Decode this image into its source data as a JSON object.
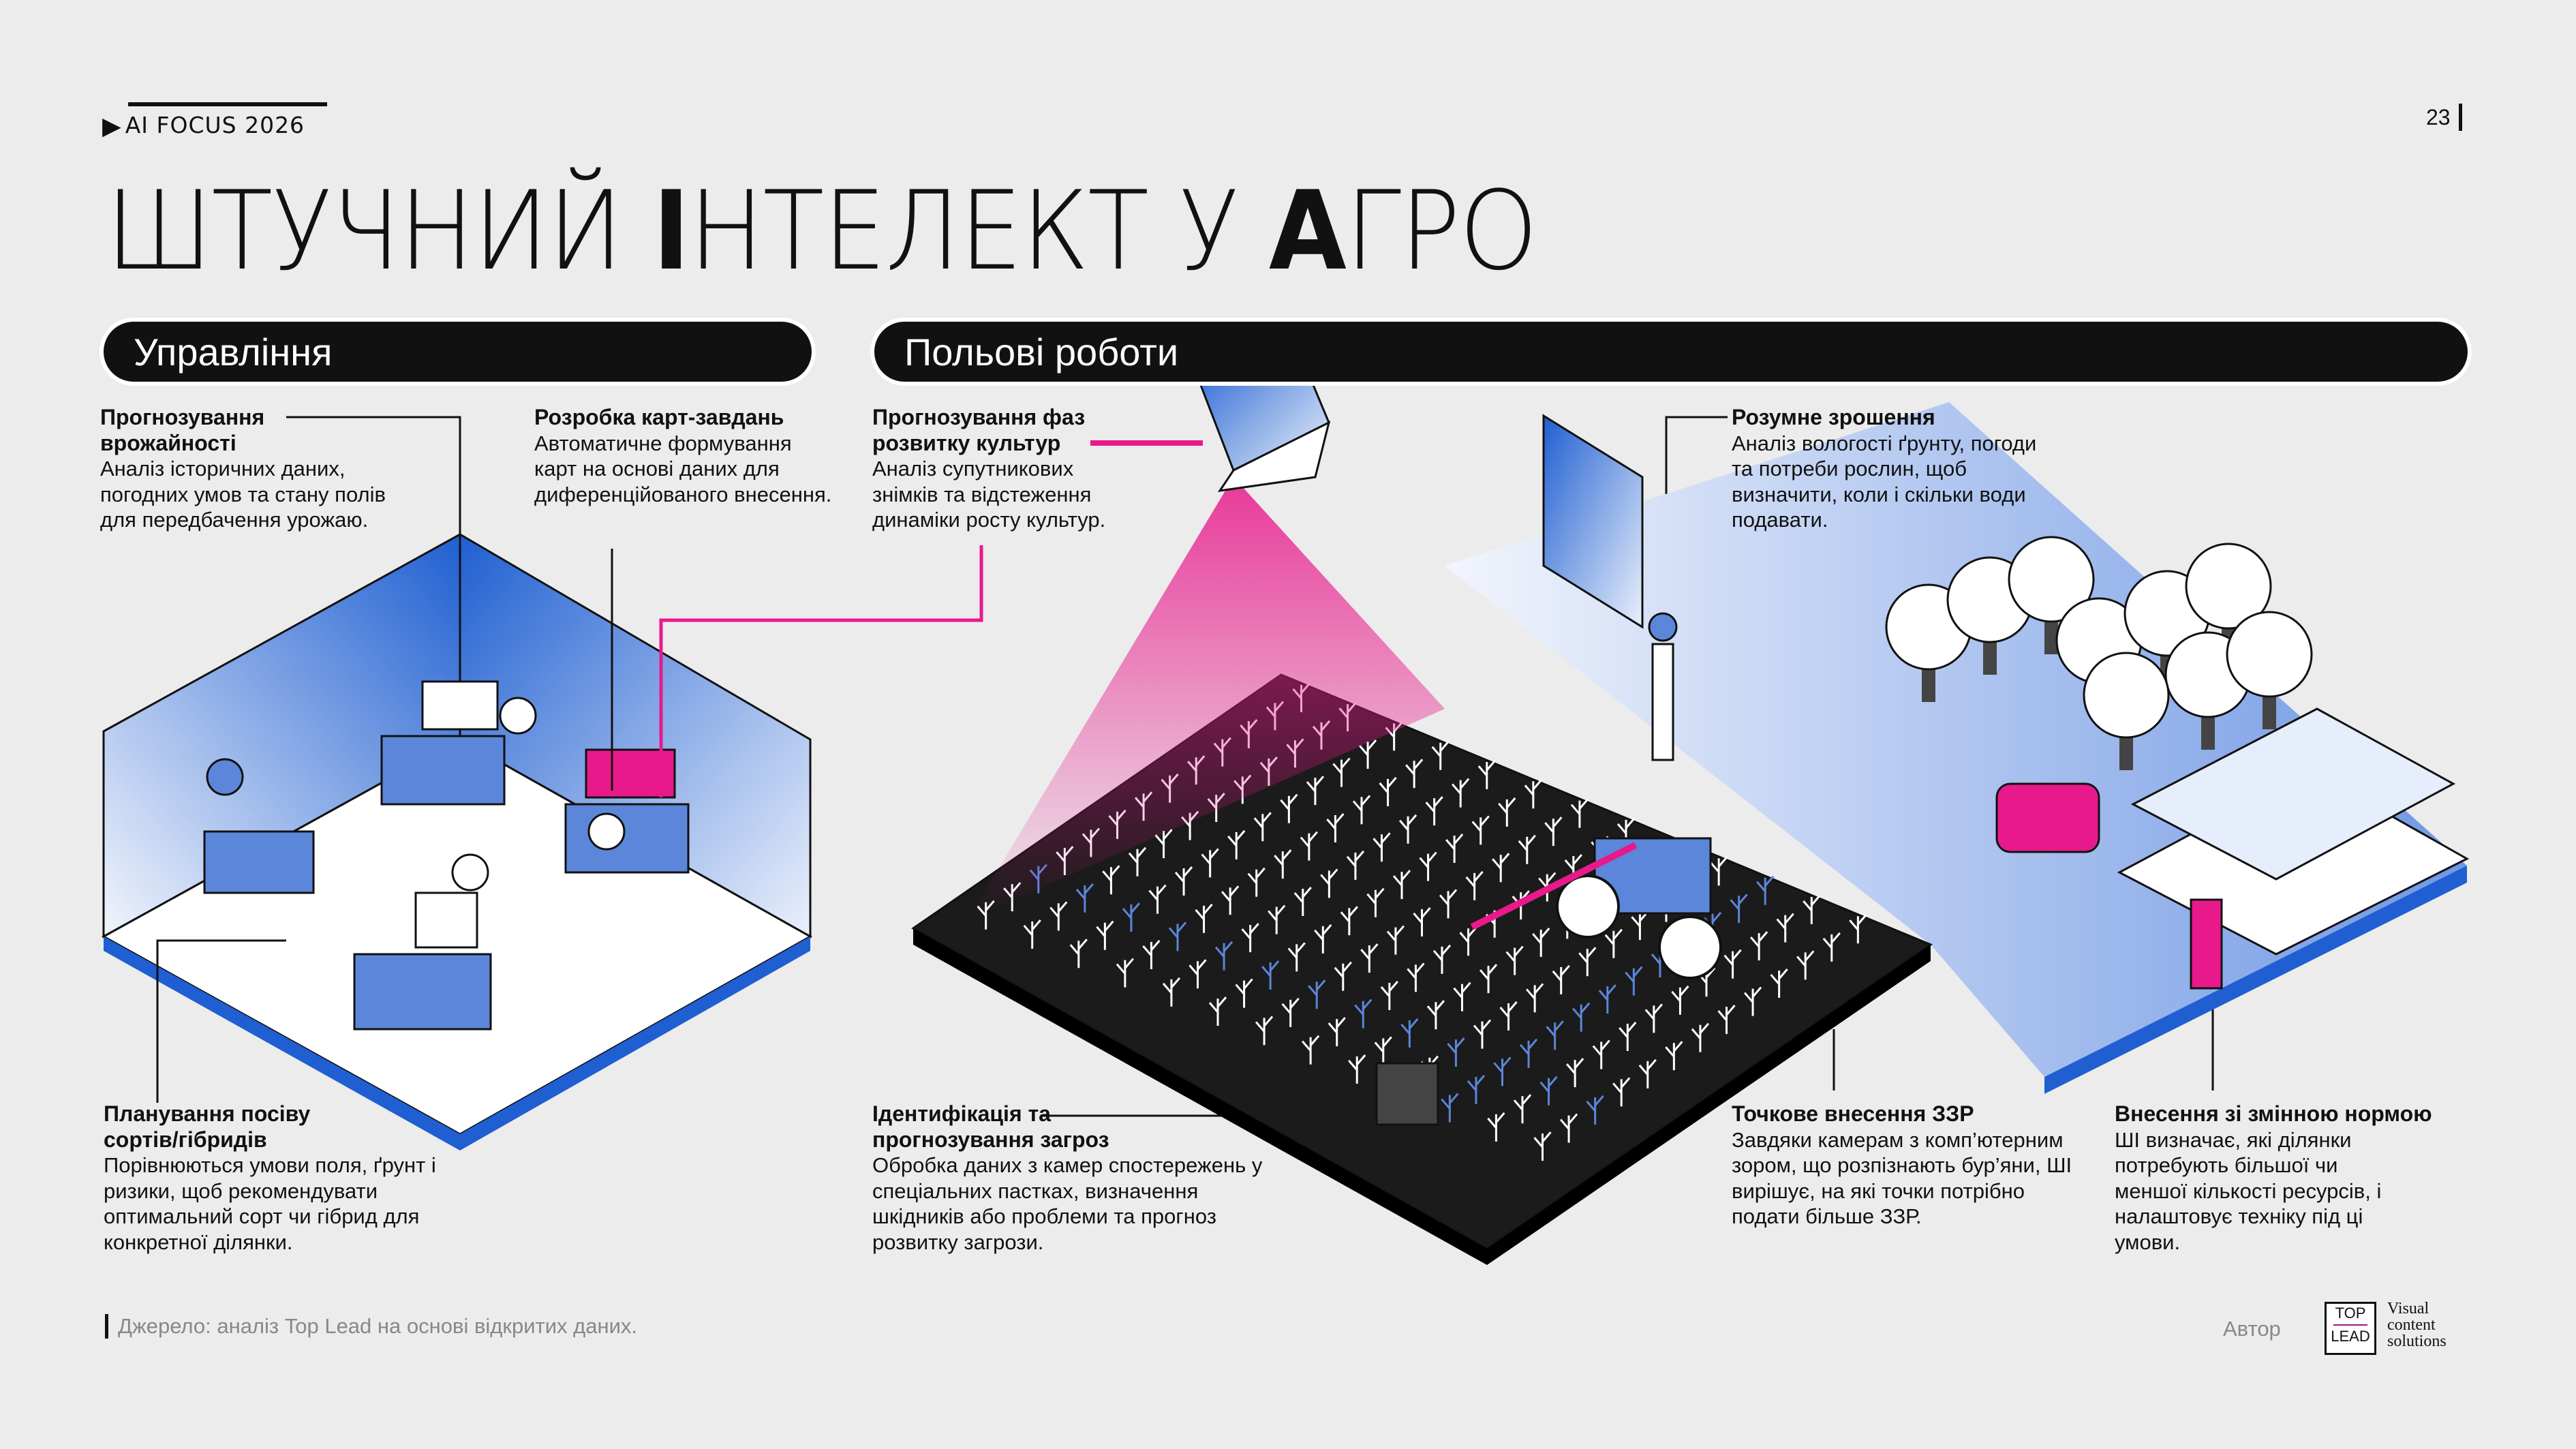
{
  "header": {
    "logo_text": "AI FOCUS 2026",
    "page_number": "23"
  },
  "title": {
    "part1": "ШТУЧНИЙ ",
    "part2": "І",
    "part3": "НТЕЛЕКТ У ",
    "part4": "А",
    "part5": "ГРО"
  },
  "sections": {
    "management": "Управління",
    "field_work": "Польові роботи"
  },
  "blocks": [
    {
      "title": "Прогнозування врожайності",
      "text": "Аналіз історичних даних, погодних умов та стану полів для передбачення урожаю."
    },
    {
      "title": "Розробка карт-завдань",
      "text": "Автоматичне формування карт на основі даних для диференційованого внесення."
    },
    {
      "title": "Прогнозування фаз розвитку культур",
      "text": "Аналіз супутникових знімків та відстеження динаміки росту культур."
    },
    {
      "title": "Розумне зрошення",
      "text": "Аналіз вологості ґрунту, погоди та потреби рослин, щоб визначити, коли і скільки води подавати."
    },
    {
      "title": "Планування посіву сортів/гібридів",
      "text": "Порівнюються умови поля, ґрунт і ризики, щоб рекомендувати оптимальний сорт чи гібрид для конкретної ділянки."
    },
    {
      "title": "Ідентифікація та прогнозування загроз",
      "text": "Обробка даних з камер спостережень у спеціальних пастках, визначення шкідників або проблеми та прогноз розвитку загрози."
    },
    {
      "title": "Точкове внесення ЗЗР",
      "text": "Завдяки камерам з комп’ютерним зором, що розпізнають бур’яни, ШІ вирішує, на які точки потрібно подати більше ЗЗР."
    },
    {
      "title": "Внесення зі змінною нормою",
      "text": "ШІ визначає, які ділянки потребують більшої чи меншої кількості ресурсів, і налаштовує техніку під ці умови."
    }
  ],
  "footer": {
    "source": "Джерело: аналіз Top Lead на основі відкритих даних.",
    "author_label": "Автор",
    "brand_top": "TOP",
    "brand_bottom": "LEAD",
    "brand_tagline": "Visual content solutions"
  },
  "colors": {
    "accent_pink": "#e8198b",
    "accent_blue": "#1f5fd1",
    "dark": "#111111"
  }
}
